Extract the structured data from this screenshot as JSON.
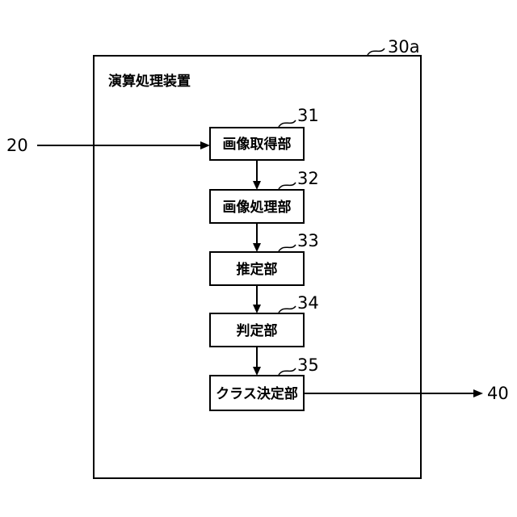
{
  "device": {
    "title": "演算処理装置",
    "ref": "30a"
  },
  "blocks": [
    {
      "label": "画像取得部",
      "ref": "31"
    },
    {
      "label": "画像処理部",
      "ref": "32"
    },
    {
      "label": "推定部",
      "ref": "33"
    },
    {
      "label": "判定部",
      "ref": "34"
    },
    {
      "label": "クラス決定部",
      "ref": "35"
    }
  ],
  "io": {
    "input_ref": "20",
    "output_ref": "40"
  }
}
